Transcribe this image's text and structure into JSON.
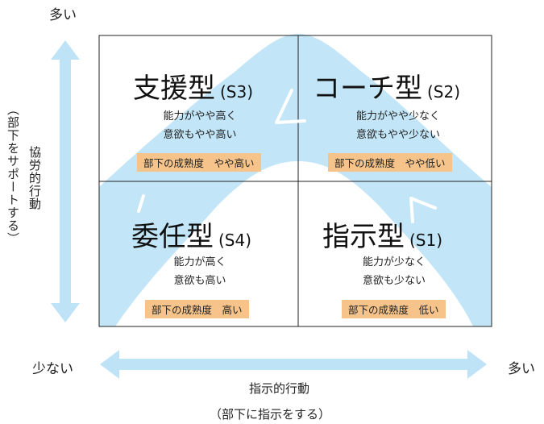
{
  "vertical_axis": {
    "top_label": "多い",
    "label": "協労的行動",
    "sublabel": "（部下をサポートする）"
  },
  "horizontal_axis": {
    "left_label": "少ない",
    "right_label": "多い",
    "label": "指示的行動",
    "sublabel": "（部下に指示をする）"
  },
  "quadrants": {
    "s3": {
      "name": "支援型",
      "code": "(S3)",
      "line1": "能力がやや高く",
      "line2": "意欲もやや高い",
      "maturity": "部下の成熟度　やや高い"
    },
    "s2": {
      "name": "コーチ型",
      "code": "(S2)",
      "line1": "能力がやや少なく",
      "line2": "意欲もやや少ない",
      "maturity": "部下の成熟度　やや低い"
    },
    "s4": {
      "name": "委任型",
      "code": "(S4)",
      "line1": "能力が高く",
      "line2": "意欲も高い",
      "maturity": "部下の成熟度　高い"
    },
    "s1": {
      "name": "指示型",
      "code": "(S1)",
      "line1": "能力が少なく",
      "line2": "意欲も少ない",
      "maturity": "部下の成熟度　低い"
    }
  },
  "colors": {
    "curve": "#c2e6f8",
    "arrow": "#bfe3f6",
    "badge": "#f6c48a"
  }
}
